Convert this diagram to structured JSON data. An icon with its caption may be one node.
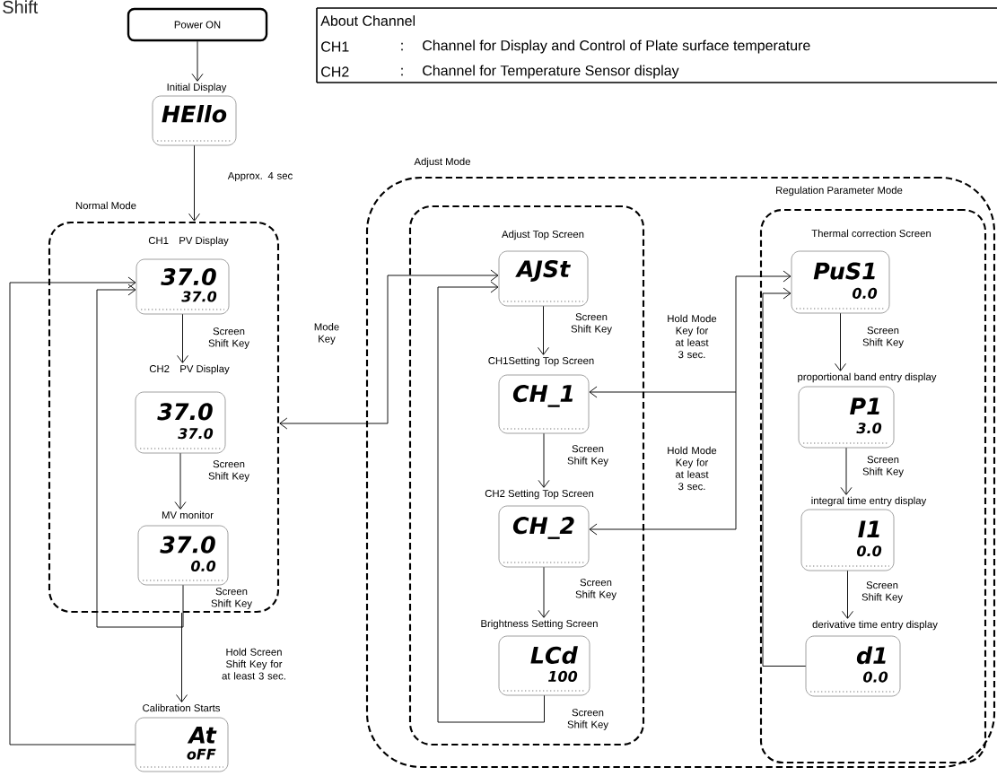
{
  "diagram": {
    "title": "Shift",
    "nodes": [
      {
        "text": [
          "Power ON"
        ]
      },
      {
        "text": [
          "Initial Display",
          "HEllo"
        ]
      },
      {
        "text": [
          "Normal Mode"
        ]
      },
      {
        "text": [
          "CH1　PV Display",
          "37.0",
          "37.0"
        ],
        "in": 2
      },
      {
        "text": [
          "CH2　PV Display",
          "37.0",
          "37.0"
        ],
        "in": 2
      },
      {
        "text": [
          "MV monitor",
          "37.0",
          "0.0"
        ],
        "in": 2
      },
      {
        "text": [
          "Calibration Starts",
          "At",
          "oFF"
        ]
      },
      {
        "text": [
          "Adjust Mode"
        ]
      },
      {
        "text": [],
        "shape": "box",
        "in": 7
      },
      {
        "text": [
          "Adjust Top Screen",
          "AJSt"
        ],
        "in": 8
      },
      {
        "text": [
          "CH1Setting Top Screen",
          "CH_1"
        ],
        "in": 8
      },
      {
        "text": [
          "CH2 Setting Top Screen",
          "CH_2"
        ],
        "in": 8
      },
      {
        "text": [
          "Brightness Setting Screen",
          "LCd",
          "100"
        ],
        "in": 8
      },
      {
        "text": [
          "Regulation Parameter Mode"
        ],
        "in": 7
      },
      {
        "text": [
          "Thermal correction Screen",
          "PuS1",
          "0.0"
        ],
        "in": 13
      },
      {
        "text": [
          "proportional band entry display",
          "P1",
          "3.0"
        ],
        "in": 13
      },
      {
        "text": [
          "integral time entry display",
          "I1",
          "0.0"
        ],
        "in": 13
      },
      {
        "text": [
          "derivative time entry display",
          "d1",
          "0.0"
        ],
        "in": 13
      }
    ],
    "edges": [
      {
        "from": 0,
        "to": 1,
        "arrow": "to"
      },
      {
        "from": 1,
        "to": 2,
        "arrow": "to",
        "label": "Approx. 4 sec"
      },
      {
        "from": 3,
        "to": 4,
        "arrow": "to",
        "label": "Screen Shift Key"
      },
      {
        "from": 4,
        "to": 5,
        "arrow": "to",
        "label": "Screen Shift Key"
      },
      {
        "from": 5,
        "to": 3,
        "arrow": "to",
        "label": "Screen Shift Key"
      },
      {
        "from": 2,
        "to": 6,
        "arrow": "to",
        "label": "Hold Screen Shift Key for at least 3 sec."
      },
      {
        "from": 6,
        "to": 3,
        "arrow": "to"
      },
      {
        "from": 2,
        "to": 9,
        "arrow": "both",
        "label": "Mode Key"
      },
      {
        "from": 9,
        "to": 10,
        "arrow": "to",
        "label": "Screen Shift Key"
      },
      {
        "from": 10,
        "to": 11,
        "arrow": "to",
        "label": "Screen Shift Key"
      },
      {
        "from": 11,
        "to": 12,
        "arrow": "to",
        "label": "Screen Shift Key"
      },
      {
        "from": 12,
        "to": 9,
        "arrow": "to",
        "label": "Screen Shift Key"
      },
      {
        "from": 14,
        "to": 10,
        "arrow": "both",
        "label": "Hold Mode Key for at least 3 sec."
      },
      {
        "from": 14,
        "to": 11,
        "arrow": "both",
        "label": "Hold Mode Key for at least 3 sec."
      },
      {
        "from": 14,
        "to": 15,
        "arrow": "to",
        "label": "Screen Shift Key"
      },
      {
        "from": 15,
        "to": 16,
        "arrow": "to",
        "label": "Screen Shift Key"
      },
      {
        "from": 16,
        "to": 17,
        "arrow": "to",
        "label": "Screen Shift Key"
      },
      {
        "from": 17,
        "to": 14,
        "arrow": "to"
      }
    ],
    "labels": [
      "About Channel",
      "CH1",
      ":",
      "Channel for Display and Control of Plate surface temperature",
      "CH2",
      ":",
      "Channel for Temperature Sensor display"
    ]
  }
}
